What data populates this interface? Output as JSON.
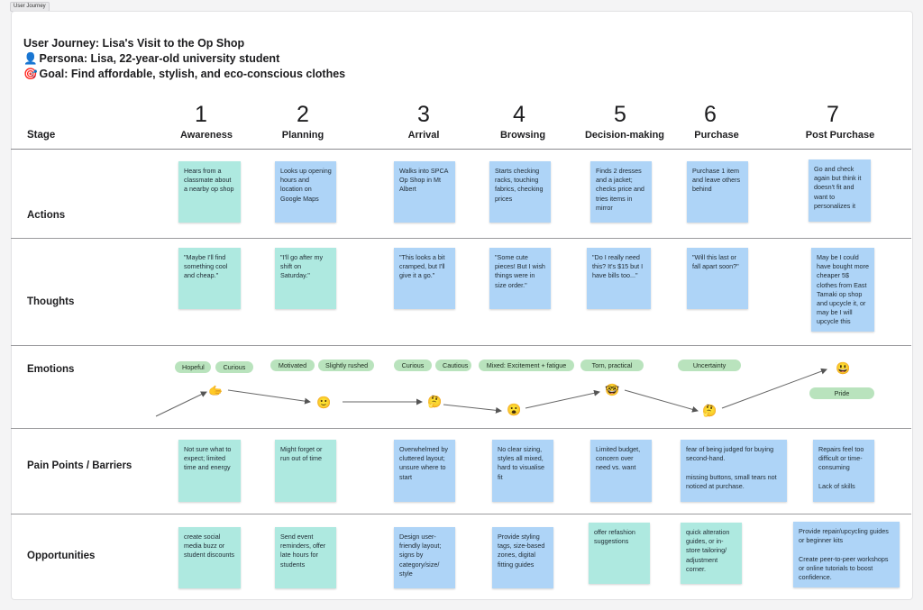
{
  "tab_label": "User Journey",
  "header": {
    "title": "User Journey: Lisa's Visit to the Op Shop",
    "persona": "Persona: Lisa, 22-year-old university student",
    "persona_icon": "👤",
    "goal": "Goal: Find affordable, stylish, and eco-conscious clothes",
    "goal_icon": "🎯"
  },
  "stage_label": "Stage",
  "stages": [
    {
      "num": "1",
      "name": "Awareness"
    },
    {
      "num": "2",
      "name": "Planning"
    },
    {
      "num": "3",
      "name": "Arrival"
    },
    {
      "num": "4",
      "name": "Browsing"
    },
    {
      "num": "5",
      "name": "Decision-making"
    },
    {
      "num": "6",
      "name": "Purchase"
    },
    {
      "num": "7",
      "name": "Post Purchase"
    }
  ],
  "rows": {
    "actions": "Actions",
    "thoughts": "Thoughts",
    "emotions": "Emotions",
    "pain_points": "Pain Points / Barriers",
    "opportunities": "Opportunities"
  },
  "actions": [
    "Hears from a classmate about a nearby op shop",
    "Looks up opening hours and location on Google Maps",
    "Walks into SPCA Op Shop in Mt Albert",
    "Starts checking racks, touching fabrics, checking prices",
    "Finds 2 dresses and a jacket; checks price and tries items in mirror",
    "Purchase 1 item and leave others behind",
    "Go and check again but think it doesn't fit and want to personalizes it"
  ],
  "thoughts": [
    "\"Maybe I'll find something cool and cheap.\"",
    "\"I'll go after my shift on Saturday.\"",
    "\"This looks a bit cramped, but I'll give it a go.\"",
    "\"Some cute pieces! But I wish things were in size order.\"",
    "\"Do I really need this? It's $15 but I have bills too...\"",
    "\"Will this last or fall apart soon?\"",
    "May be I could have bought more cheaper 5$ clothes from East Tamaki op shop and upcycle it, or may be I will upcycle this"
  ],
  "emotions": {
    "pills": [
      "Hopeful",
      "Curious",
      "Motivated",
      "Slightly rushed",
      "Curious",
      "Cautious",
      "Mixed: Excitement + fatigue",
      "Torn, practical",
      "Uncertainty",
      "Pride"
    ],
    "faces": [
      "🫱",
      "🙂",
      "🤔",
      "😮",
      "🤓",
      "🤔",
      "😃"
    ]
  },
  "pain_points": [
    "Not sure what to expect; limited time and energy",
    "Might forget or run out of time",
    "Overwhelmed by cluttered layout; unsure where to start",
    "No clear sizing, styles all mixed, hard to visualise fit",
    "Limited budget, concern over need vs. want",
    "fear of being judged for buying second-hand.\n\nmissing buttons, small tears not noticed at purchase.",
    "Repairs feel too difficult or time-consuming\n\nLack of skills"
  ],
  "opportunities": [
    "create social media buzz or student discounts",
    "Send event reminders, offer late hours for students",
    "Design user-friendly layout; signs by category/size/ style",
    "Provide styling tags, size-based zones, digital fitting guides",
    "offer refashion suggestions",
    "quick alteration guides, or in-store tailoring/ adjustment corner.",
    "Provide repair/upcycling guides or beginner kits\n\nCreate peer-to-peer workshops or online tutorials to boost confidence."
  ]
}
